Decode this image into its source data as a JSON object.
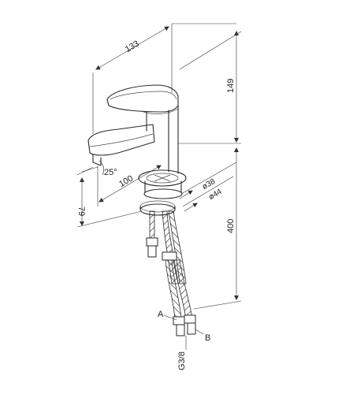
{
  "dimensions": {
    "width_top": "133",
    "height_top": "149",
    "spout_reach": "100",
    "angle": "25°",
    "base_d1": "ø38",
    "base_d2": "ø44",
    "spout_height": "79",
    "hose_length": "400"
  },
  "labels": {
    "a": "A",
    "b": "B",
    "thread": "G3/8"
  }
}
